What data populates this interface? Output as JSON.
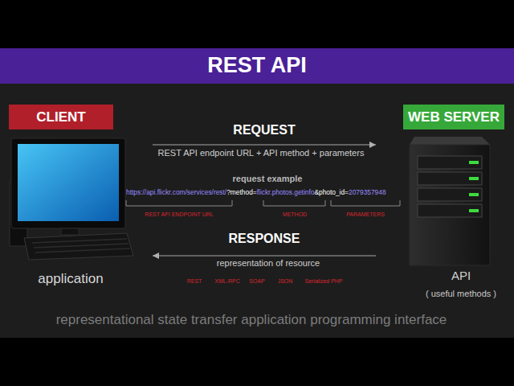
{
  "diagram": {
    "title": "REST API",
    "caption": "representational state transfer application programming interface",
    "nodes": [
      {
        "text": [
          "CLIENT",
          "application"
        ]
      },
      {
        "text": [
          "WEB SERVER",
          "API",
          "( useful methods )"
        ]
      }
    ],
    "edges": [
      {
        "from": 0,
        "to": 1,
        "arrow": "to",
        "label": "REQUEST"
      },
      {
        "from": 1,
        "to": 0,
        "arrow": "to",
        "label": "RESPONSE"
      }
    ],
    "labels": [
      "REST API endpoint URL + API method + parameters",
      "request example",
      "https://api.flickr.com/services/rest/",
      "?method=",
      "flickr.photos.getinfo",
      "&photo_id=",
      "2079357948",
      "REST API ENDPOINT URL",
      "METHOD",
      "PARAMETERS",
      "representation of resource",
      "REST",
      "XML-RPC",
      "SOAP",
      "JSON",
      "Serialized PHP"
    ]
  }
}
